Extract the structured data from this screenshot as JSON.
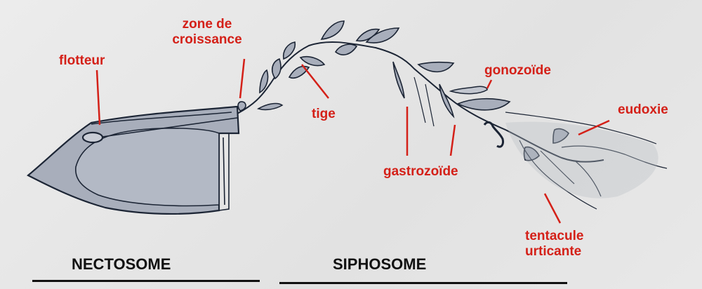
{
  "labels": {
    "flotteur": "flotteur",
    "zone_de_croissance": [
      "zone de",
      "croissance"
    ],
    "tige": "tige",
    "gonozoide": "gonozoïde",
    "eudoxie": "eudoxie",
    "gastrozoide": "gastrozoïde",
    "tentacule_urticante": [
      "tentacule",
      "urticante"
    ]
  },
  "sections": {
    "nectosome": "NECTOSOME",
    "siphosome": "SIPHOSOME"
  },
  "colors": {
    "label": "#d42018",
    "body_fill": "#a8aebb",
    "outline": "#1c2535",
    "section_text": "#111111"
  }
}
